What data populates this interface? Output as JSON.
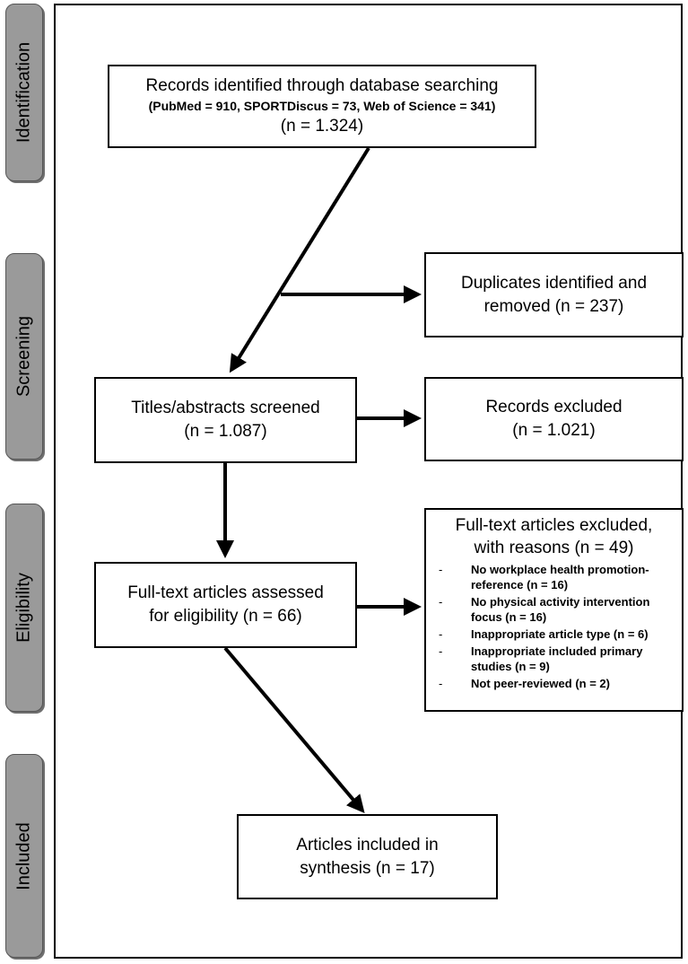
{
  "phases": {
    "identification": "Identification",
    "screening": "Screening",
    "eligibility": "Eligibility",
    "included": "Included"
  },
  "boxes": {
    "records_identified": {
      "line1": "Records identified through database searching",
      "line2": "(PubMed = 910, SPORTDiscus = 73, Web of Science = 341)",
      "line3": "(n = 1.324)"
    },
    "duplicates": {
      "line1": "Duplicates identified and",
      "line2": "removed (n = 237)"
    },
    "titles_screened": {
      "line1": "Titles/abstracts screened",
      "line2": "(n = 1.087)"
    },
    "records_excluded": {
      "line1": "Records excluded",
      "line2": "(n = 1.021)"
    },
    "fulltext_assessed": {
      "line1": "Full-text articles assessed",
      "line2": "for eligibility (n = 66)"
    },
    "fulltext_excluded": {
      "line1": "Full-text articles excluded,",
      "line2": "with reasons (n = 49)",
      "dash": "-",
      "reasons": [
        "No workplace health promotion-reference (n = 16)",
        "No physical activity intervention focus (n = 16)",
        "Inappropriate article type (n = 6)",
        "Inappropriate included primary studies (n = 9)",
        "Not peer-reviewed (n = 2)"
      ]
    },
    "included_synthesis": {
      "line1": "Articles included in",
      "line2": "synthesis (n = 17)"
    }
  }
}
